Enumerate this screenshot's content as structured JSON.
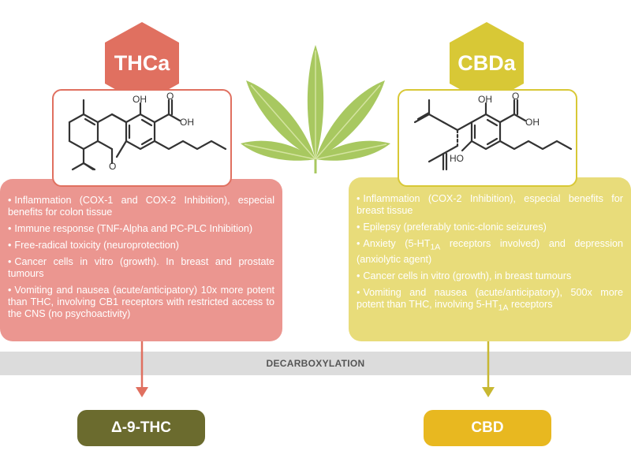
{
  "thca": {
    "name": "THCa",
    "hex_color": "#e07060",
    "panel_color": "#eb9690",
    "box_border": "#e07060",
    "benefits": [
      "Inflammation (COX-1 and COX-2 Inhibition), especial benefits for colon tissue",
      "Immune response (TNF-Alpha and PC-PLC Inhibition)",
      "Free-radical toxicity (neuroprotection)",
      "Cancer cells in vitro (growth). In breast and prostate tumours",
      "Vomiting and nausea (acute/anticipatory) 10x more potent than THC, involving CB1 receptors with restricted access to the CNS (no psychoactivity)"
    ],
    "structure_labels": {
      "oh_top": "OH",
      "cooh_o": "O",
      "cooh_oh": "OH",
      "ring_o": "O"
    },
    "product": "Δ-9-THC",
    "product_color": "#6b6b2e"
  },
  "cbda": {
    "name": "CBDa",
    "hex_color": "#d8c836",
    "panel_color": "#e8dc7a",
    "box_border": "#d8c836",
    "benefits": [
      {
        "text": "Inflammation (COX-2 Inhibition), especial benefits for breast tissue"
      },
      {
        "text": "Epilepsy (preferably tonic-clonic seizures)"
      },
      {
        "pre": "Anxiety (5-HT",
        "sub": "1A",
        "post": " receptors involved) and depression (anxiolytic agent)"
      },
      {
        "text": "Cancer cells in vitro (growth), in breast tumours"
      },
      {
        "pre": "Vomiting and nausea (acute/anticipatory), 500x more potent than THC, involving 5-HT",
        "sub": "1A",
        "post": " receptors"
      }
    ],
    "structure_labels": {
      "oh_top": "OH",
      "cooh_o": "O",
      "cooh_oh": "OH",
      "ho": "HO"
    },
    "product": "CBD",
    "product_color": "#e8b820"
  },
  "process": "DECARBOXYLATION",
  "leaf_color": "#a8c860",
  "leaf_vein_color": "#d4e4a0"
}
